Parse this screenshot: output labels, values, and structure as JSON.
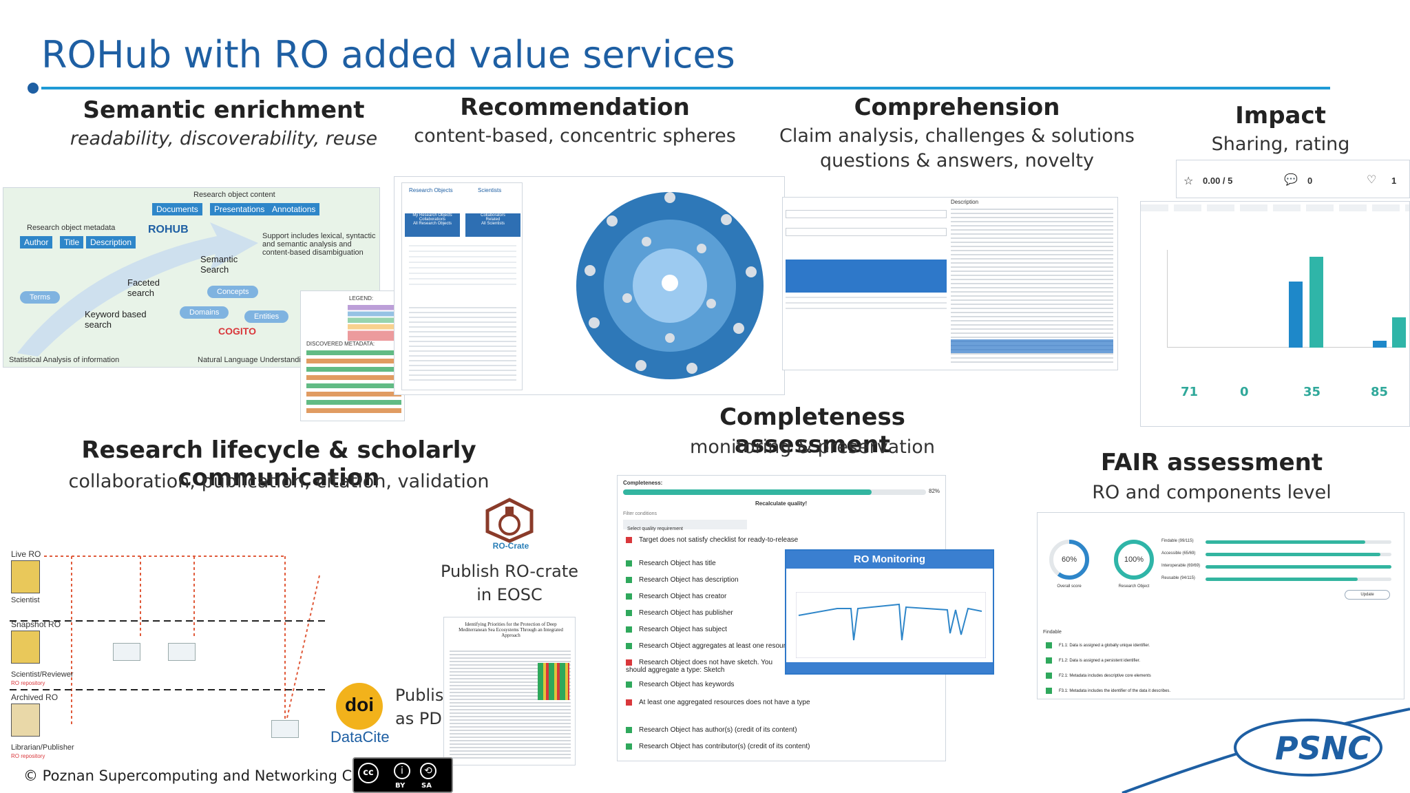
{
  "slide": {
    "title": "ROHub with RO added value services",
    "footer": "© Poznan Supercomputing and Networking Center"
  },
  "semantic": {
    "heading": "Semantic enrichment",
    "subheading": "readability, discoverability, reuse",
    "img": {
      "content_label": "Research object content",
      "content_chips": [
        "Documents",
        "Presentations",
        "Annotations"
      ],
      "metadata_label": "Research object metadata",
      "metadata_chips": [
        "Author",
        "Title",
        "Description"
      ],
      "logo": "ROHUB",
      "support_text": "Support includes lexical, syntactic and semantic analysis and content-based disambiguation",
      "semantic_search": "Semantic Search",
      "faceted_search": "Faceted search",
      "keyword_search": "Keyword based search",
      "pills": [
        "Terms",
        "Concepts",
        "Domains",
        "Entities"
      ],
      "cogito": "COGITO",
      "bottom_left": "Statistical Analysis of information",
      "bottom_right": "Natural Language Understandin",
      "legend_title": "LEGEND:",
      "discovered": "DISCOVERED METADATA:"
    }
  },
  "recommendation": {
    "heading": "Recommendation",
    "subheading": "content-based, concentric spheres",
    "img": {
      "col1": "Research Objects",
      "col2": "Scientists",
      "col1_rows": [
        "My Research Objects",
        "Collaborations",
        "All Research Objects"
      ],
      "col2_rows": [
        "Collaborators",
        "Related",
        "All Scientists"
      ]
    }
  },
  "comprehension": {
    "heading": "Comprehension",
    "subheading_1": "Claim analysis, challenges & solutions",
    "subheading_2": "questions & answers, novelty",
    "img": {
      "desc_label": "Description"
    }
  },
  "impact": {
    "heading": "Impact",
    "subheading": "Sharing, rating",
    "rating": "0.00 / 5",
    "comments": "0",
    "likes": "1",
    "counts": [
      "71",
      "0",
      "35",
      "85"
    ]
  },
  "lifecycle": {
    "heading": "Research lifecycle & scholarly communication",
    "subheading": "collaboration, publication, citation, validation",
    "lanes": [
      "Live RO",
      "Snapshot RO",
      "Archived RO"
    ],
    "roles": [
      "Scientist",
      "Scientist/Reviewer",
      "Librarian/Publisher"
    ],
    "repos": [
      "RO repository",
      "RO repository"
    ]
  },
  "rocrate": {
    "label": "RO-Crate",
    "text_1": "Publish RO-crate",
    "text_2": "in EOSC"
  },
  "pdf": {
    "doi": "doi",
    "datacite": "DataCite",
    "text_1": "Publish",
    "text_2": "as PDF",
    "paper_title": "Identifying Priorities for the Protection of Deep Mediterranean Sea Ecosystems Through an Integrated Approach"
  },
  "completeness": {
    "heading": "Completeness assessment",
    "subheading": "monitoring & preservation",
    "img": {
      "label": "Completeness:",
      "percent": "82%",
      "progress": 0.82,
      "recalc": "Recalculate quality!",
      "filter": "Filter conditions",
      "select": "Select quality requirement",
      "rows": [
        {
          "text": "Target does not satisfy checklist for ready-to-release",
          "ok": false
        },
        {
          "text": "Research Object has title",
          "ok": true
        },
        {
          "text": "Research Object has description",
          "ok": true
        },
        {
          "text": "Research Object has creator",
          "ok": true
        },
        {
          "text": "Research Object has publisher",
          "ok": true
        },
        {
          "text": "Research Object has subject",
          "ok": true
        },
        {
          "text": "Research Object aggregates at least one resource",
          "ok": true
        },
        {
          "text": "Research Object does not have sketch. You should aggregate a type: Sketch",
          "ok": false
        },
        {
          "text": "Research Object has keywords",
          "ok": true
        },
        {
          "text": "At least one aggregated resources does not have a type",
          "ok": false
        },
        {
          "text": "Research Object has author(s) (credit of its content)",
          "ok": true
        },
        {
          "text": "Research Object has contributor(s) (credit of its content)",
          "ok": true
        }
      ],
      "monitoring_title": "RO Monitoring"
    }
  },
  "fair": {
    "heading": "FAIR assessment",
    "subheading": "RO and components level",
    "img": {
      "gauge1": "60%",
      "gauge2": "100%",
      "gauge1_label": "Overall score",
      "gauge2_label": "Research Object",
      "bars": [
        {
          "label": "Findable (99/115)",
          "value": 0.86
        },
        {
          "label": "Accessible (65/69)",
          "value": 0.94
        },
        {
          "label": "Interoperable (69/69)",
          "value": 1.0
        },
        {
          "label": "Reusable (94/115)",
          "value": 0.82
        }
      ],
      "update": "Update",
      "section": "Findable",
      "items": [
        "F1.1: Data is assigned a globally unique identifier.",
        "F1.2: Data is assigned a persistent identifier.",
        "F2.1: Metadata includes descriptive core elements",
        "F3.1: Metadata includes the identifier of the data it describes."
      ]
    }
  },
  "logos": {
    "psnc": "PSNC",
    "cc_by": "BY",
    "cc_sa": "SA"
  },
  "colors": {
    "title_blue": "#1e5fa3",
    "rule_blue": "#1e9ad6",
    "accent_teal": "#33b5a0"
  }
}
